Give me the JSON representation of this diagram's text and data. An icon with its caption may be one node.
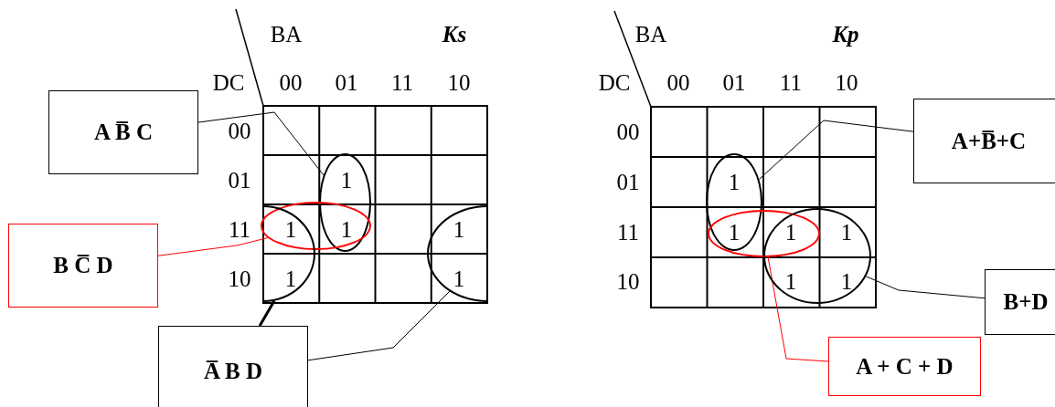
{
  "diagram": {
    "nodes": [
      {
        "text": [
          "A B̅ C"
        ]
      },
      {
        "text": [],
        "shape": "ellipse"
      },
      {
        "text": [
          "B C̅ D"
        ]
      },
      {
        "text": [],
        "shape": "ellipse"
      },
      {
        "text": [
          "A̅ B D"
        ]
      },
      {
        "text": [],
        "shape": "arc"
      },
      {
        "text": [],
        "shape": "arc"
      },
      {
        "text": [
          "A+B̅+C"
        ]
      },
      {
        "text": [],
        "shape": "ellipse"
      },
      {
        "text": [],
        "shape": "ellipse"
      },
      {
        "text": [],
        "shape": "circle"
      },
      {
        "text": [
          "B+D"
        ]
      },
      {
        "text": [
          "A + C + D"
        ]
      }
    ],
    "edges": [
      {
        "from": 0,
        "to": 1,
        "arrow": "none"
      },
      {
        "from": 2,
        "to": 3,
        "arrow": "none",
        "color": "#ff0000"
      },
      {
        "from": 4,
        "to": 5,
        "arrow": "none",
        "style": "thick"
      },
      {
        "from": 4,
        "to": 6,
        "arrow": "none"
      },
      {
        "from": 7,
        "to": 8,
        "arrow": "none"
      },
      {
        "from": 11,
        "to": 10,
        "arrow": "none"
      },
      {
        "from": 12,
        "to": 9,
        "arrow": "none",
        "color": "#ff0000"
      }
    ],
    "labels": [
      "BA",
      "Ks",
      "DC",
      "00",
      "01",
      "11",
      "10",
      "00",
      "01",
      "1",
      "11",
      "1",
      "1",
      "1",
      "10",
      "1",
      "1",
      "BA",
      "Kp",
      "DC",
      "00",
      "01",
      "11",
      "10",
      "00",
      "01",
      "1",
      "11",
      "1",
      "1",
      "1",
      "10",
      "1",
      "1"
    ]
  }
}
